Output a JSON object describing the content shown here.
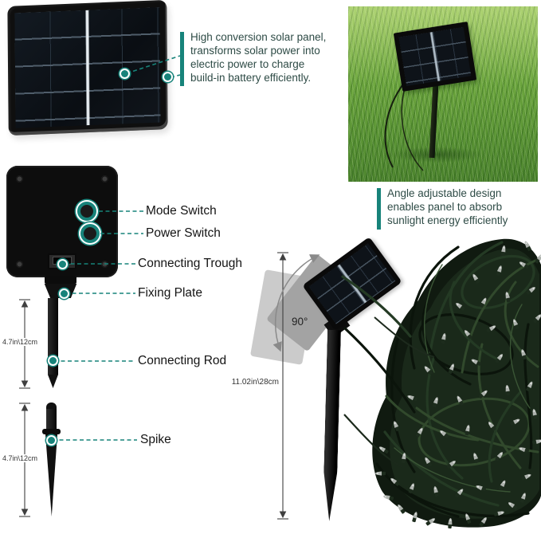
{
  "colors": {
    "accent": "#17837A",
    "callout_text": "#2E4B46",
    "label_text": "#141414",
    "panel_black": "#0D0D0D",
    "grass_green": "#6BA83E",
    "wire_green": "#1C2B1C"
  },
  "callouts": {
    "solar_panel": "High conversion solar panel,\ntransforms solar power into\nelectric power to charge\nbuild-in battery efficiently.",
    "angle": "Angle adjustable design\nenables panel to absorb\nsunlight energy efficiently"
  },
  "part_labels": {
    "mode_switch": "Mode Switch",
    "power_switch": "Power Switch",
    "connecting_trough": "Connecting Trough",
    "fixing_plate": "Fixing Plate",
    "connecting_rod": "Connecting Rod",
    "spike": "Spike"
  },
  "dimensions": {
    "rod": "4.7in\\12cm",
    "spike": "4.7in\\12cm",
    "stake_height": "11.02in\\28cm",
    "angle": "90°"
  }
}
